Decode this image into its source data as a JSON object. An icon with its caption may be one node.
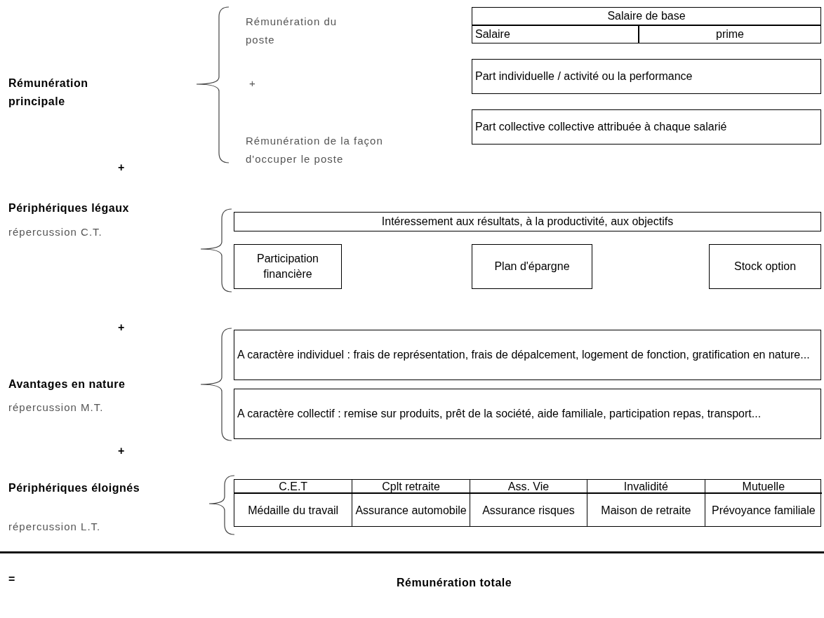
{
  "diagram": {
    "nodes": [
      {
        "text": [
          "Salaire de base"
        ]
      },
      {
        "text": [
          "Salaire"
        ]
      },
      {
        "text": [
          "prime"
        ]
      },
      {
        "text": [
          "Part individuelle / activité ou la performance"
        ]
      },
      {
        "text": [
          "Part collective collective attribuée à chaque salarié"
        ]
      },
      {
        "text": [
          "Intéressement aux résultats, à la productivité, aux objectifs"
        ]
      },
      {
        "text": [
          "Participation financière"
        ]
      },
      {
        "text": [
          "Plan d'épargne"
        ]
      },
      {
        "text": [
          "Stock option"
        ]
      },
      {
        "text": [
          "A caractère individuel : frais de représentation, frais de dépalcement, logement de fonction, gratification en nature..."
        ]
      },
      {
        "text": [
          "A caractère collectif : remise sur produits, prêt de la société, aide familiale, participation repas, transport..."
        ]
      },
      {
        "text": [],
        "shape": "box"
      },
      {
        "text": [
          "C.E.T"
        ],
        "in": 11
      },
      {
        "text": [
          "Cplt retraite"
        ],
        "in": 11
      },
      {
        "text": [
          "Ass. Vie"
        ],
        "in": 11
      },
      {
        "text": [
          "Invalidité"
        ],
        "in": 11
      },
      {
        "text": [
          "Mutuelle"
        ],
        "in": 11
      },
      {
        "text": [
          "Médaille du travail"
        ],
        "in": 11
      },
      {
        "text": [
          "Assurance automobile"
        ],
        "in": 11
      },
      {
        "text": [
          "Assurance risques"
        ],
        "in": 11
      },
      {
        "text": [
          "Maison de retraite"
        ],
        "in": 11
      },
      {
        "text": [
          "Prévoyance familiale"
        ],
        "in": 11
      }
    ],
    "labels": [
      "Rémunération du poste",
      "+",
      "Rémunération principale",
      "Rémunération de la façon d'occuper le poste",
      "+",
      "Périphériques légaux",
      "répercussion C.T.",
      "+",
      "Avantages en nature",
      "répercussion M.T.",
      "+",
      "Périphériques éloignés",
      "répercussion L.T.",
      "=",
      "Rémunération totale"
    ]
  }
}
